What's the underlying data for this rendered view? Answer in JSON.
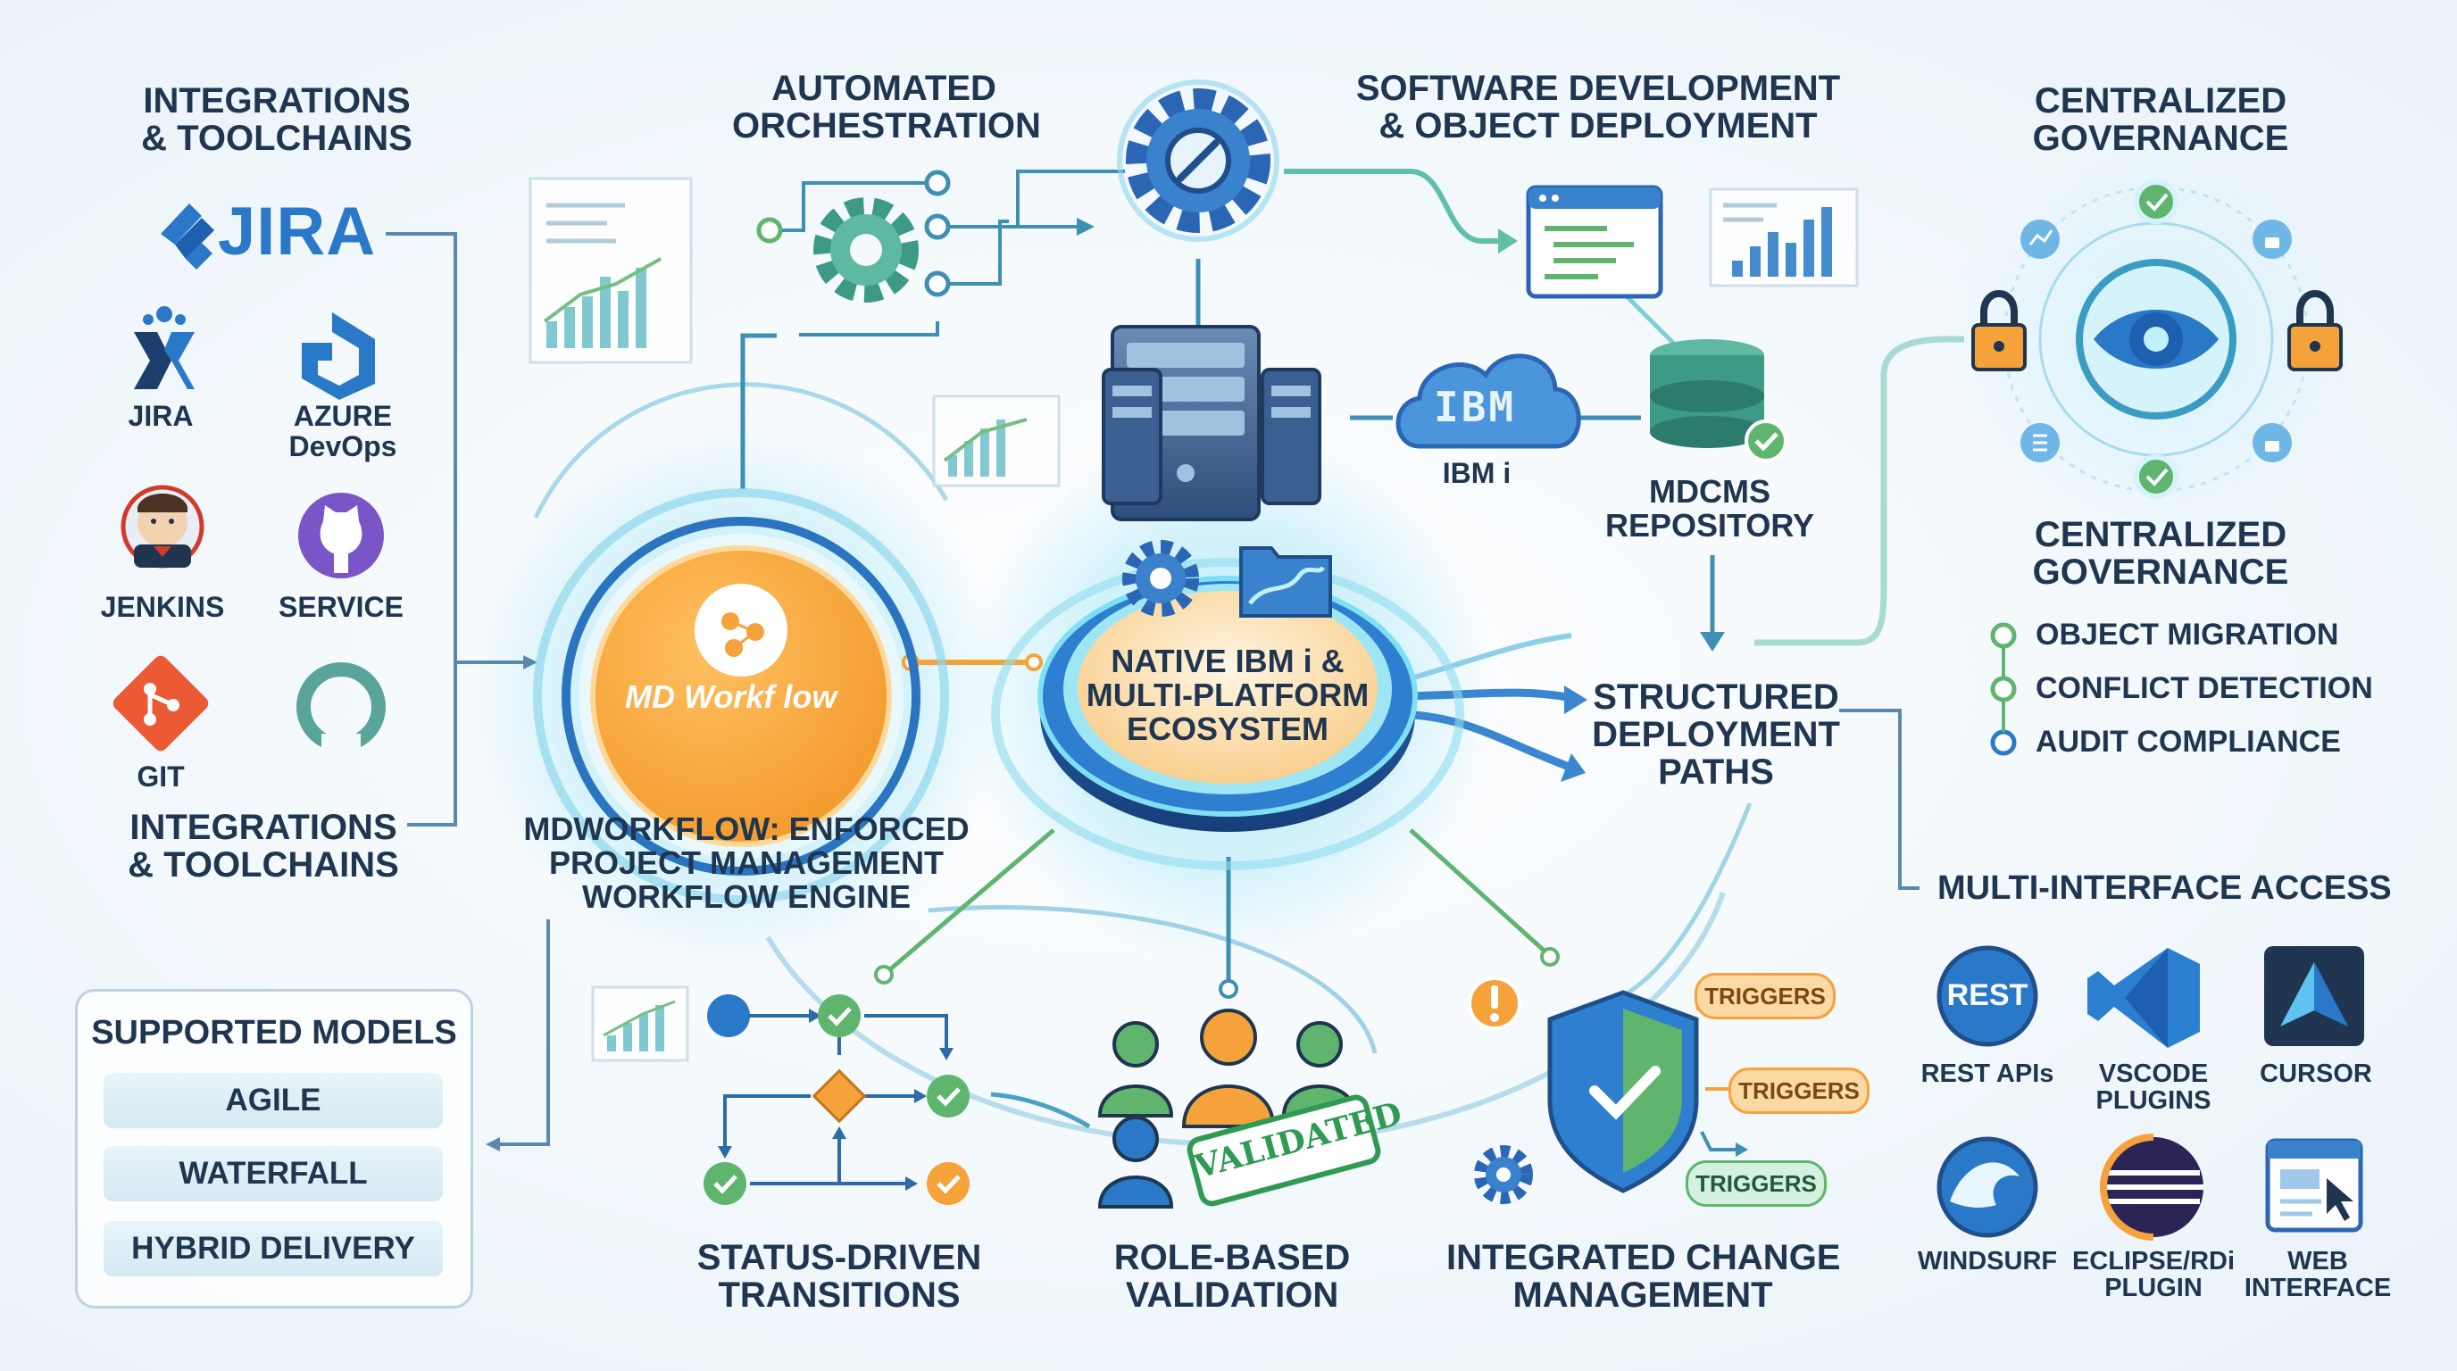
{
  "titles": {
    "integrations_top": [
      "INTEGRATIONS",
      "& TOOLCHAINS"
    ],
    "integrations_bottom": [
      "INTEGRATIONS",
      "& TOOLCHAINS"
    ],
    "automated": [
      "AUTOMATED",
      "ORCHESTRATION"
    ],
    "software": [
      "SOFTWARE DEVELOPMENT",
      "& OBJECT DEPLOYMENT"
    ],
    "gov_top": [
      "CENTRALIZED",
      "GOVERNANCE"
    ],
    "gov_bottom": [
      "CENTRALIZED",
      "GOVERNANCE"
    ],
    "structured": [
      "STRUCTURED",
      "DEPLOYMENT",
      "PATHS"
    ],
    "multi_interface": "MULTI-INTERFACE ACCESS",
    "status": [
      "STATUS-DRIVEN",
      "TRANSITIONS"
    ],
    "role": [
      "ROLE-BASED",
      "VALIDATION"
    ],
    "change": [
      "INTEGRATED CHANGE",
      "MANAGEMENT"
    ],
    "engine": [
      "MDWORKFLOW: ENFORCED",
      "PROJECT MANAGEMENT",
      "WORKFLOW ENGINE"
    ],
    "ecosystem": [
      "NATIVE IBM i &",
      "MULTI-PLATFORM",
      "ECOSYSTEM"
    ]
  },
  "logos": {
    "jira_wordmark": "JIRA",
    "md_workflow": "MD Workf low",
    "ibm": "IBM",
    "validated": "VALIDATED",
    "rest_badge": "REST"
  },
  "tools": {
    "jira": "JIRA",
    "azure": [
      "AZURE",
      "DevOps"
    ],
    "jenkins": "JENKINS",
    "service": "SERVICE",
    "git": "GIT"
  },
  "ibmi_label": "IBM i",
  "repository": [
    "MDCMS",
    "REPOSITORY"
  ],
  "models": {
    "title": "SUPPORTED MODELS",
    "items": [
      "AGILE",
      "WATERFALL",
      "HYBRID DELIVERY"
    ]
  },
  "governance_items": [
    "OBJECT MIGRATION",
    "CONFLICT DETECTION",
    "AUDIT COMPLIANCE"
  ],
  "triggers": [
    "TRIGGERS",
    "TRIGGERS",
    "TRIGGERS"
  ],
  "interfaces": {
    "rest": "REST APIs",
    "vscode": [
      "VSCODE",
      "PLUGINS"
    ],
    "cursor": "CURSOR",
    "windsurf": "WINDSURF",
    "eclipse": [
      "ECLIPSE/RDi",
      "PLUGIN"
    ],
    "web": [
      "WEB",
      "INTERFACE"
    ]
  },
  "colors": {
    "navy": "#1f3550",
    "teal": "#1c7f9c",
    "blue": "#2a78c8",
    "green": "#5fb56e",
    "orange": "#f6a23a",
    "cyan_glow": "#7fe0f3"
  }
}
